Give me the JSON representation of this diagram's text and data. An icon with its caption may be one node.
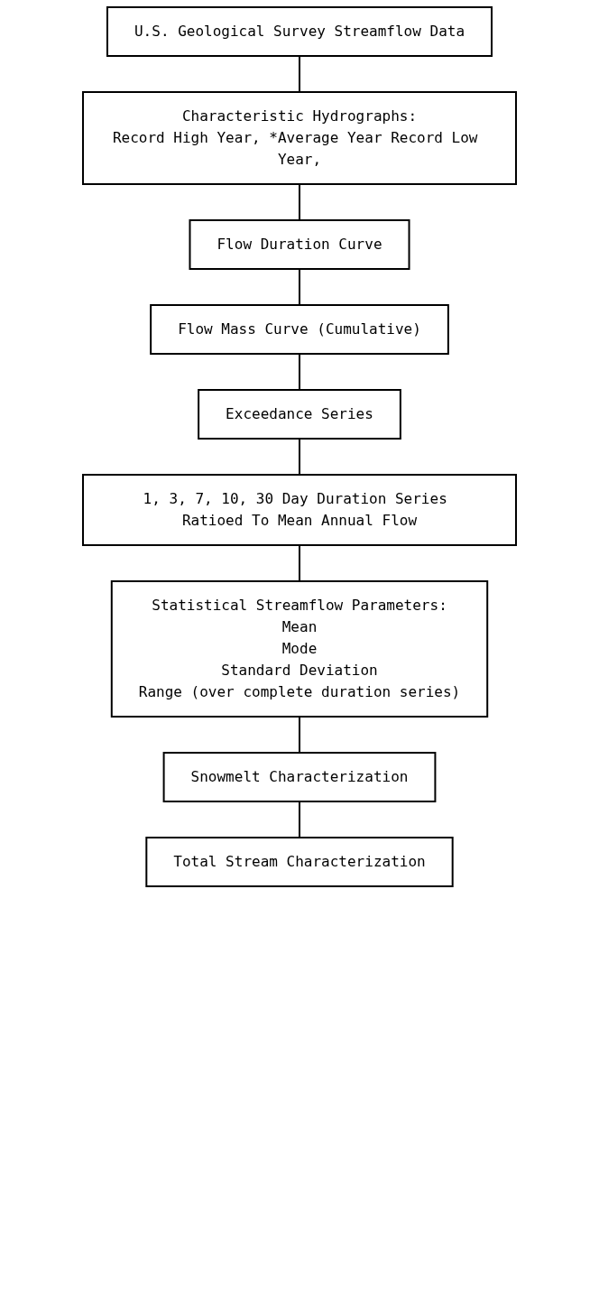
{
  "diagram": {
    "nodes": [
      {
        "text": [
          "U.S. Geological Survey Streamflow Data"
        ]
      },
      {
        "text": [
          "Characteristic Hydrographs:",
          "Record High Year, *Average Year Record Low Year,"
        ]
      },
      {
        "text": [
          "Flow Duration Curve"
        ]
      },
      {
        "text": [
          "Flow Mass Curve (Cumulative)"
        ]
      },
      {
        "text": [
          "Exceedance Series"
        ]
      },
      {
        "text": [
          "1, 3, 7, 10, 30 Day Duration Series Ratioed To Mean Annual Flow"
        ]
      },
      {
        "text": [
          "Statistical Streamflow Parameters:",
          "Mean",
          "Mode",
          "Standard Deviation",
          "Range (over complete duration series)"
        ]
      },
      {
        "text": [
          "Snowmelt Characterization"
        ]
      },
      {
        "text": [
          "Total Stream Characterization"
        ]
      }
    ],
    "edges": [
      {
        "from": 0,
        "to": 1,
        "arrow": "none"
      },
      {
        "from": 1,
        "to": 2,
        "arrow": "none"
      },
      {
        "from": 2,
        "to": 3,
        "arrow": "none"
      },
      {
        "from": 3,
        "to": 4,
        "arrow": "none"
      },
      {
        "from": 4,
        "to": 5,
        "arrow": "none"
      },
      {
        "from": 5,
        "to": 6,
        "arrow": "none"
      },
      {
        "from": 6,
        "to": 7,
        "arrow": "none"
      },
      {
        "from": 7,
        "to": 8,
        "arrow": "none"
      }
    ]
  }
}
